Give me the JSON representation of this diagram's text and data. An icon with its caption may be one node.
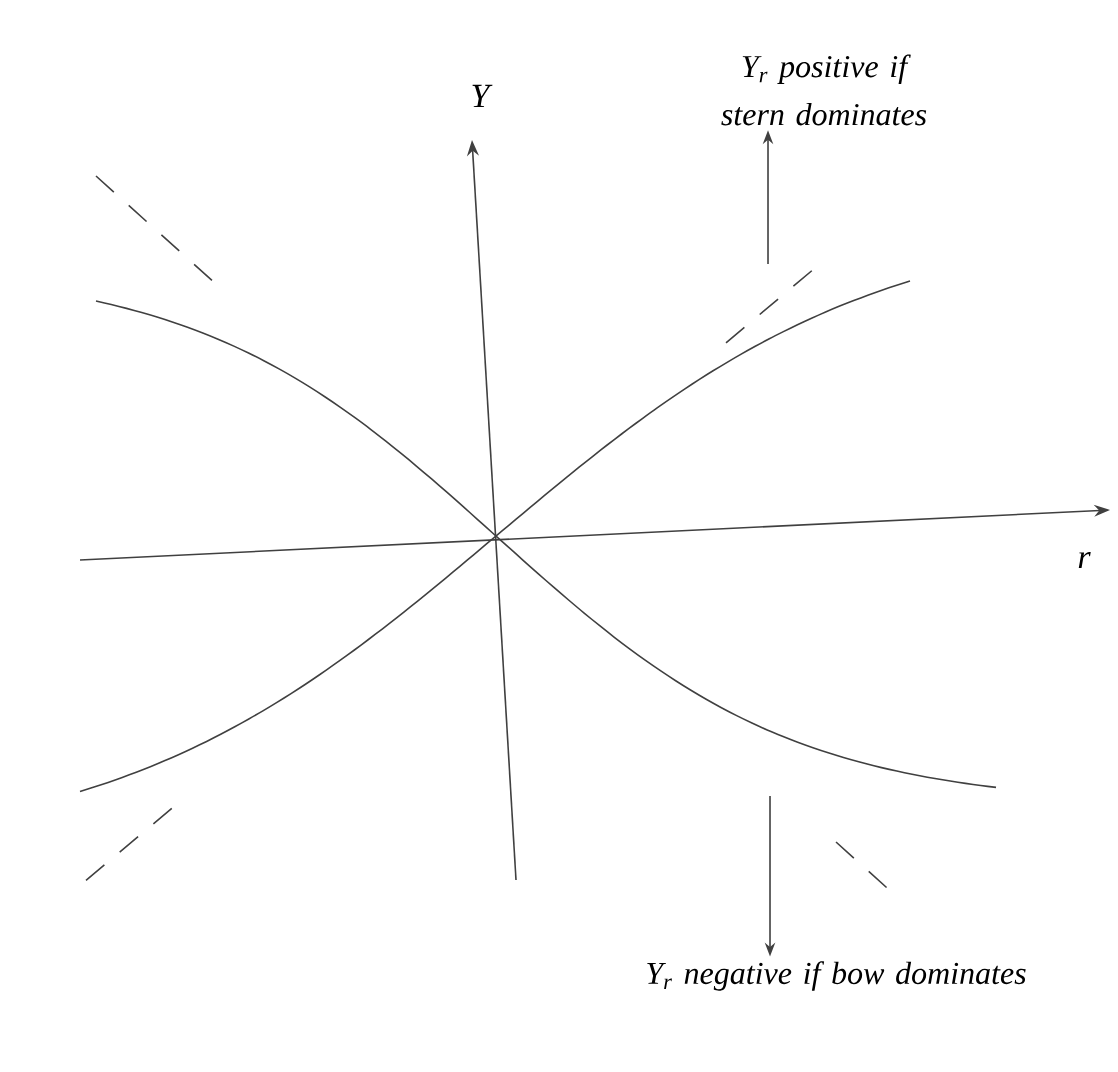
{
  "diagram": {
    "nodes": [
      {
        "text": [
          "Y$_{r}$ positive if stern dominates"
        ]
      },
      {
        "text": [
          "Y$_{r}$ negative if bow dominates"
        ]
      }
    ],
    "edges": [
      {
        "from": null,
        "to": 0,
        "arrow": "to"
      },
      {
        "from": null,
        "to": 1,
        "arrow": "to"
      }
    ],
    "labels": [
      "Y",
      "r"
    ]
  }
}
